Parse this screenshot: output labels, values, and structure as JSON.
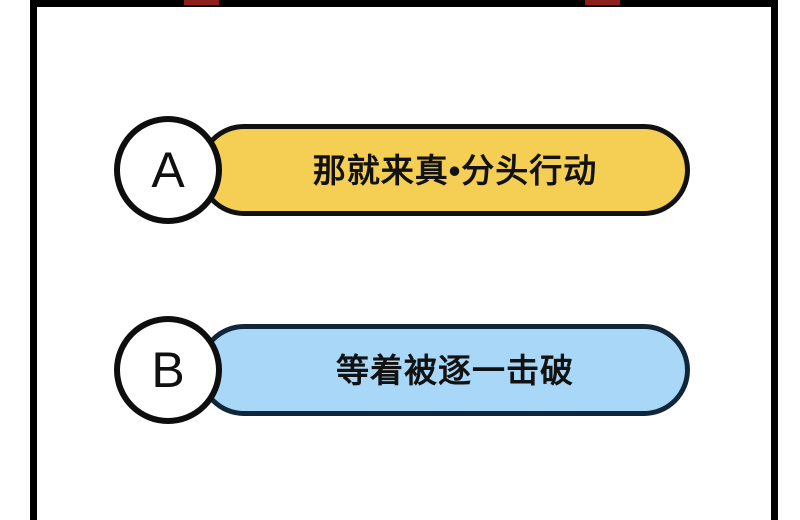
{
  "panel": {
    "background_color": "#ffffff",
    "frame_color": "#000000",
    "bleed_marks": [
      {
        "name": "top-left-red-mark",
        "color": "#8e1f1f"
      },
      {
        "name": "top-right-red-mark",
        "color": "#8e1f1f"
      }
    ]
  },
  "choices": [
    {
      "key": "A",
      "label": "那就来真•分头行动",
      "fill_color": "#f5cf53",
      "outline_color": "#111111",
      "badge_fill": "#ffffff"
    },
    {
      "key": "B",
      "label": "等着被逐一击破",
      "fill_color": "#a9d7f7",
      "outline_color": "#10263a",
      "badge_fill": "#ffffff"
    }
  ]
}
